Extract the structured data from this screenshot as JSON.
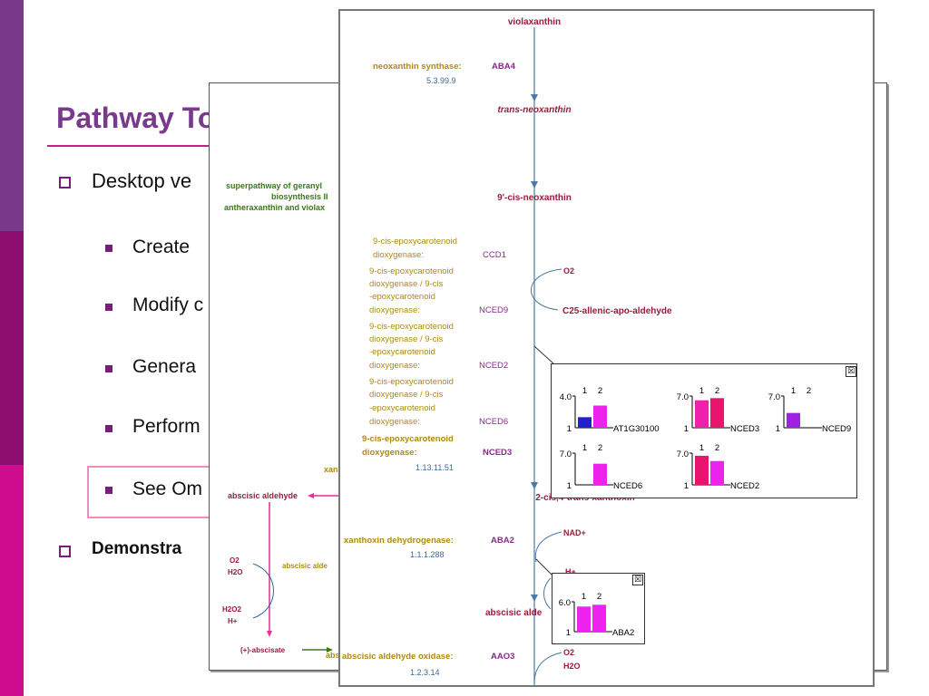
{
  "slide": {
    "title": "Pathway To",
    "bullets": [
      {
        "text": "Desktop ve",
        "level": 1
      },
      {
        "text": "Create",
        "level": 2
      },
      {
        "text": "Modify c",
        "level": 2
      },
      {
        "text": "Genera",
        "level": 2
      },
      {
        "text": "Perform",
        "level": 2
      },
      {
        "text": "See Om",
        "level": 2
      },
      {
        "text": "Demonstra",
        "level": 1
      }
    ],
    "colors": {
      "title": "#7a3a8c",
      "bar_top": "#7a3a8c",
      "bar_mid": "#8c0e6e",
      "bar_bottom": "#d10d8f",
      "highlight_border": "#f08cc4"
    }
  },
  "back_panel": {
    "superpathway_lines": [
      "superpathway of geranyl",
      "biosynthesis II",
      "antheraxanthin and violax"
    ],
    "abscisic_aldehyde": "abscisic aldehyde",
    "xan_fragment": "xan",
    "o2": "O2",
    "h2o": "H2O",
    "abscisic_alde_fragment": "abscisic alde",
    "h2o2": "H2O2",
    "h_plus": "H+",
    "abscisate": "(+)-abscisate",
    "abs_fragment": "abs"
  },
  "front_panel": {
    "compounds": {
      "violaxanthin": "violaxanthin",
      "trans_neoxanthin": "trans-neoxanthin",
      "cis_neoxanthin": "9'-cis-neoxanthin",
      "c25": "C25-allenic-apo-aldehyde",
      "xanthoxin": "2-cis,4-trans-xanthoxin",
      "abscisic_aldehyde": "abscisic alde",
      "o2": "O2",
      "nad": "NAD+",
      "h_plus": "H+",
      "h2o": "H2O"
    },
    "enzymes": [
      {
        "name": "neoxanthin synthase:",
        "gene": "ABA4",
        "ec": "5.3.99.9"
      },
      {
        "name_lines": [
          "9-cis-epoxycarotenoid",
          "dioxygenase:"
        ],
        "gene": "CCD1"
      },
      {
        "name_lines": [
          "9-cis-epoxycarotenoid",
          "dioxygenase / 9-cis",
          "-epoxycarotenoid",
          "dioxygenase:"
        ],
        "gene": "NCED9"
      },
      {
        "name_lines": [
          "9-cis-epoxycarotenoid",
          "dioxygenase / 9-cis",
          "-epoxycarotenoid",
          "dioxygenase:"
        ],
        "gene": "NCED2"
      },
      {
        "name_lines": [
          "9-cis-epoxycarotenoid",
          "dioxygenase / 9-cis",
          "-epoxycarotenoid",
          "dioxygenase:"
        ],
        "gene": "NCED6"
      },
      {
        "name_lines": [
          "9-cis-epoxycarotenoid",
          "dioxygenase:"
        ],
        "gene": "NCED3",
        "ec": "1.13.11.51"
      },
      {
        "name": "xanthoxin dehydrogenase:",
        "gene": "ABA2",
        "ec": "1.1.1.288"
      },
      {
        "name": "abscisic aldehyde oxidase:",
        "gene": "AAO3",
        "ec": "1.2.3.14"
      }
    ],
    "close_glyph": "☒"
  },
  "expression_popup_1": {
    "charts": [
      {
        "gene": "AT1G30100",
        "ymax_label": "4.0",
        "ymin_label": "1",
        "col_labels": [
          "1",
          "2"
        ],
        "values": [
          2.0,
          3.1
        ],
        "ymax": 4.0,
        "colors": [
          "#2222cc",
          "#ee22ee"
        ]
      },
      {
        "gene": "NCED3",
        "ymax_label": "7.0",
        "ymin_label": "1",
        "col_labels": [
          "1",
          "2"
        ],
        "values": [
          6.2,
          6.6
        ],
        "ymax": 7.0,
        "colors": [
          "#ee22aa",
          "#e8146e"
        ]
      },
      {
        "gene": "NCED9",
        "ymax_label": "7.0",
        "ymin_label": "1",
        "col_labels": [
          "1",
          "2"
        ],
        "values": [
          3.8,
          1.0
        ],
        "ymax": 7.0,
        "colors": [
          "#a020e0",
          "#a020e0"
        ]
      },
      {
        "gene": "NCED6",
        "ymax_label": "7.0",
        "ymin_label": "1",
        "col_labels": [
          "1",
          "2"
        ],
        "values": [
          0,
          5.0
        ],
        "ymax": 7.0,
        "colors": [
          "#ee22ee",
          "#ee22ee"
        ]
      },
      {
        "gene": "NCED2",
        "ymax_label": "7.0",
        "ymin_label": "1",
        "col_labels": [
          "1",
          "2"
        ],
        "values": [
          6.5,
          5.5
        ],
        "ymax": 7.0,
        "colors": [
          "#e8146e",
          "#ee22ee"
        ]
      }
    ]
  },
  "expression_popup_2": {
    "charts": [
      {
        "gene": "ABA2",
        "ymax_label": "6.0",
        "ymin_label": "1",
        "col_labels": [
          "1",
          "2"
        ],
        "values": [
          5.2,
          5.5
        ],
        "ymax": 6.0,
        "colors": [
          "#ee22ee",
          "#ee22ee"
        ]
      }
    ]
  }
}
